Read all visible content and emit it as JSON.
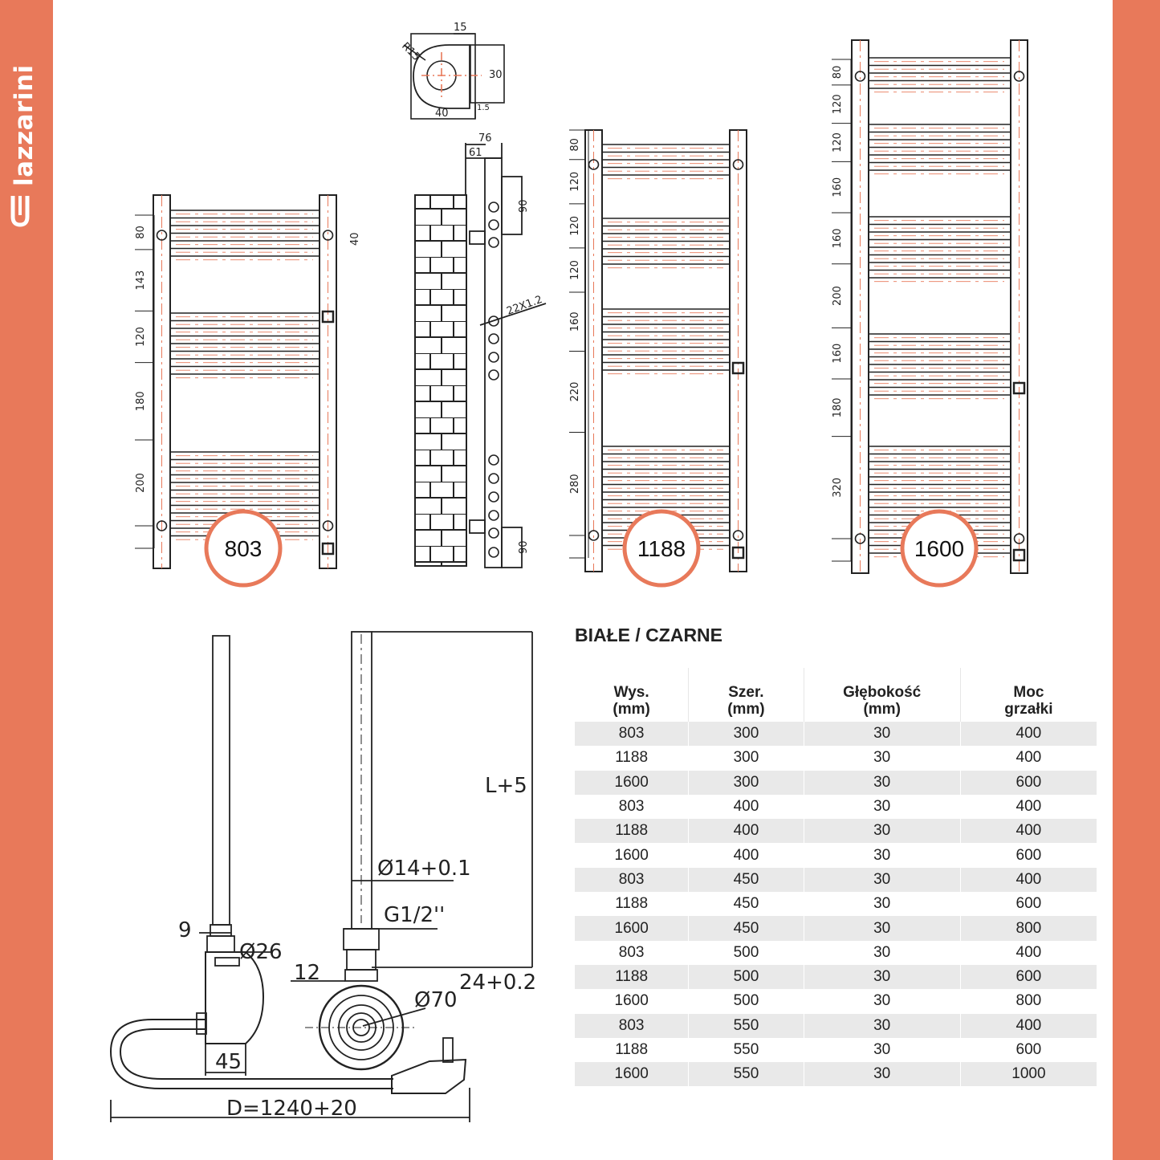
{
  "brand": {
    "name": "lazzarini",
    "accent_color": "#e8795a",
    "logo_icon": "lazzarini-logo-icon"
  },
  "drawings": {
    "connector_detail": {
      "d15": "15",
      "d30": "30",
      "d40": "40",
      "d15b": "1.5",
      "radius": "R15"
    },
    "side_view": {
      "d76": "76",
      "d61": "61",
      "d90_top": "90",
      "d90_bottom": "90",
      "pipe": "22X1.2"
    },
    "rad_803": {
      "badge": "803",
      "dims": [
        "80",
        "143",
        "120",
        "180",
        "200"
      ],
      "side": "40"
    },
    "rad_1188": {
      "badge": "1188",
      "dims": [
        "80",
        "120",
        "120",
        "120",
        "160",
        "220",
        "280"
      ]
    },
    "rad_1600": {
      "badge": "1600",
      "dims": [
        "80",
        "120",
        "120",
        "160",
        "160",
        "200",
        "160",
        "180",
        "320"
      ]
    },
    "heater": {
      "d9": "9",
      "d26": "Ø26",
      "d45": "45",
      "cable": "D=1240+20",
      "length": "L+5",
      "d14": "Ø14+0.1",
      "thread": "G1/2''",
      "d12": "12",
      "d24": "24+0.2",
      "d70": "Ø70"
    }
  },
  "table": {
    "title": "BIAŁE / CZARNE",
    "headers": [
      [
        "Wys.",
        "(mm)"
      ],
      [
        "Szer.",
        "(mm)"
      ],
      [
        "Głębokość",
        "(mm)"
      ],
      [
        "Moc",
        "grzałki"
      ]
    ],
    "rows": [
      [
        "803",
        "300",
        "30",
        "400"
      ],
      [
        "1188",
        "300",
        "30",
        "400"
      ],
      [
        "1600",
        "300",
        "30",
        "600"
      ],
      [
        "803",
        "400",
        "30",
        "400"
      ],
      [
        "1188",
        "400",
        "30",
        "400"
      ],
      [
        "1600",
        "400",
        "30",
        "600"
      ],
      [
        "803",
        "450",
        "30",
        "400"
      ],
      [
        "1188",
        "450",
        "30",
        "600"
      ],
      [
        "1600",
        "450",
        "30",
        "800"
      ],
      [
        "803",
        "500",
        "30",
        "400"
      ],
      [
        "1188",
        "500",
        "30",
        "600"
      ],
      [
        "1600",
        "500",
        "30",
        "800"
      ],
      [
        "803",
        "550",
        "30",
        "400"
      ],
      [
        "1188",
        "550",
        "30",
        "600"
      ],
      [
        "1600",
        "550",
        "30",
        "1000"
      ]
    ]
  }
}
